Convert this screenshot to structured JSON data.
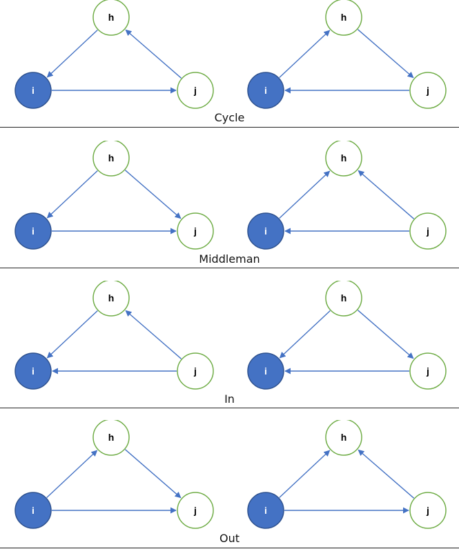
{
  "colors": {
    "focal_fill": "#4472C4",
    "focal_stroke": "#2F528F",
    "node_stroke": "#70AD47",
    "node_fill": "#ffffff",
    "edge": "#4472C4",
    "divider": "#222222"
  },
  "node_labels": {
    "h": "h",
    "i": "i",
    "j": "j"
  },
  "groups": [
    {
      "caption": "Cycle",
      "diagrams": [
        {
          "edges": [
            [
              "h",
              "i"
            ],
            [
              "i",
              "j"
            ],
            [
              "j",
              "h"
            ]
          ]
        },
        {
          "edges": [
            [
              "i",
              "h"
            ],
            [
              "h",
              "j"
            ],
            [
              "j",
              "i"
            ]
          ]
        }
      ]
    },
    {
      "caption": "Middleman",
      "diagrams": [
        {
          "edges": [
            [
              "h",
              "i"
            ],
            [
              "h",
              "j"
            ],
            [
              "i",
              "j"
            ]
          ]
        },
        {
          "edges": [
            [
              "i",
              "h"
            ],
            [
              "j",
              "h"
            ],
            [
              "j",
              "i"
            ]
          ]
        }
      ]
    },
    {
      "caption": "In",
      "diagrams": [
        {
          "edges": [
            [
              "h",
              "i"
            ],
            [
              "j",
              "h"
            ],
            [
              "j",
              "i"
            ]
          ]
        },
        {
          "edges": [
            [
              "h",
              "i"
            ],
            [
              "h",
              "j"
            ],
            [
              "j",
              "i"
            ]
          ]
        }
      ]
    },
    {
      "caption": "Out",
      "diagrams": [
        {
          "edges": [
            [
              "i",
              "h"
            ],
            [
              "h",
              "j"
            ],
            [
              "i",
              "j"
            ]
          ]
        },
        {
          "edges": [
            [
              "i",
              "h"
            ],
            [
              "j",
              "h"
            ],
            [
              "i",
              "j"
            ]
          ]
        }
      ]
    }
  ]
}
